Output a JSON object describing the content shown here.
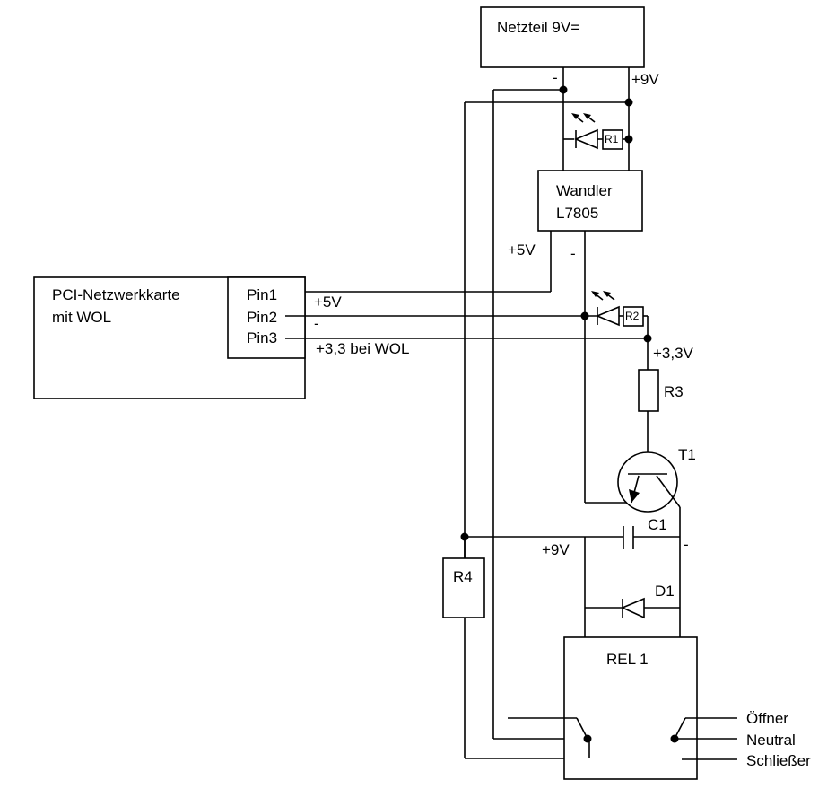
{
  "labels": {
    "power_supply": "Netzteil 9V=",
    "psu_minus": "-",
    "psu_plus": "+9V",
    "converter_line1": "Wandler",
    "converter_line2": "L7805",
    "conv_out_plus": "+5V",
    "conv_out_minus": "-",
    "nic_line1": "PCI-Netzwerkkarte",
    "nic_line2": "mit WOL",
    "pin1": "Pin1",
    "pin2": "Pin2",
    "pin3": "Pin3",
    "pin1_signal": "+5V",
    "pin2_signal": "-",
    "pin3_signal": "+3,3 bei WOL",
    "r1": "R1",
    "r2": "R2",
    "r3": "R3",
    "r4": "R4",
    "v33": "+3,3V",
    "t1": "T1",
    "c1": "C1",
    "c1_plus": "+9V",
    "c1_minus": "-",
    "d1": "D1",
    "relay": "REL 1",
    "contact_nc": "Öffner",
    "contact_common": "Neutral",
    "contact_no": "Schließer"
  }
}
